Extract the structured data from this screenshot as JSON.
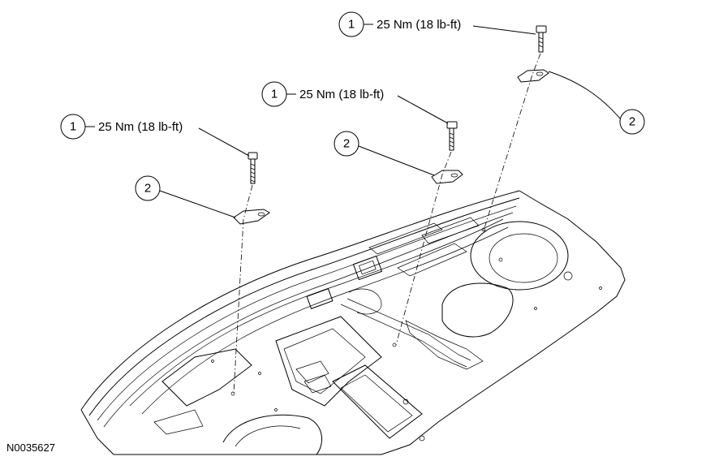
{
  "callouts": [
    {
      "number": "1",
      "label": "25 Nm (18 lb-ft)"
    },
    {
      "number": "1",
      "label": "25 Nm (18 lb-ft)"
    },
    {
      "number": "1",
      "label": "25 Nm (18 lb-ft)"
    },
    {
      "number": "2"
    },
    {
      "number": "2"
    },
    {
      "number": "2"
    }
  ],
  "figure_id": "N0035627"
}
